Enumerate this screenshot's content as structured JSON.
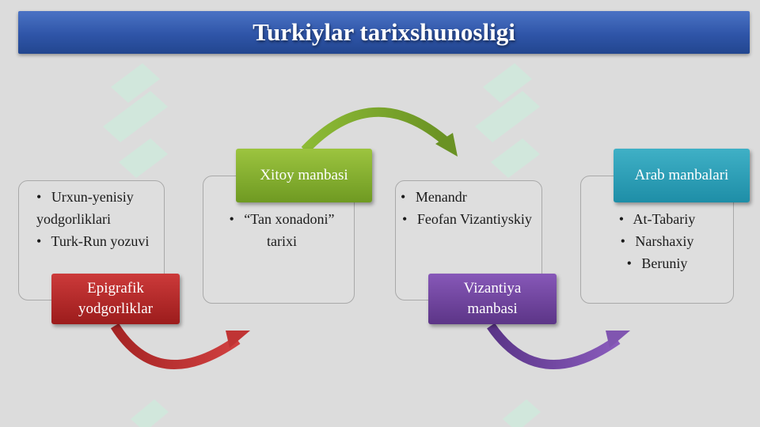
{
  "title": "Turkiylar tarixshunosligi",
  "colors": {
    "title_bar": "#2f55a8",
    "red": "#b02a2a",
    "green": "#82ad2e",
    "purple": "#6e44a0",
    "teal": "#2aa0b8",
    "background": "#dcdcdc"
  },
  "sources": [
    {
      "label_lines": [
        "Epigrafik",
        "yodgorliklar"
      ],
      "items": [
        "Urxun-yenisiy yodgorliklari",
        "Turk-Run yozuvi"
      ]
    },
    {
      "label": "Xitoy manbasi",
      "items": [
        "“Tan xonadoni” tarixi"
      ]
    },
    {
      "label_lines": [
        "Vizantiya",
        "manbasi"
      ],
      "items": [
        "Menandr",
        "Feofan Vizantiyskiy"
      ]
    },
    {
      "label": "Arab manbalari",
      "items": [
        "At-Tabariy",
        "Narshaxiy",
        "Beruniy"
      ]
    }
  ]
}
